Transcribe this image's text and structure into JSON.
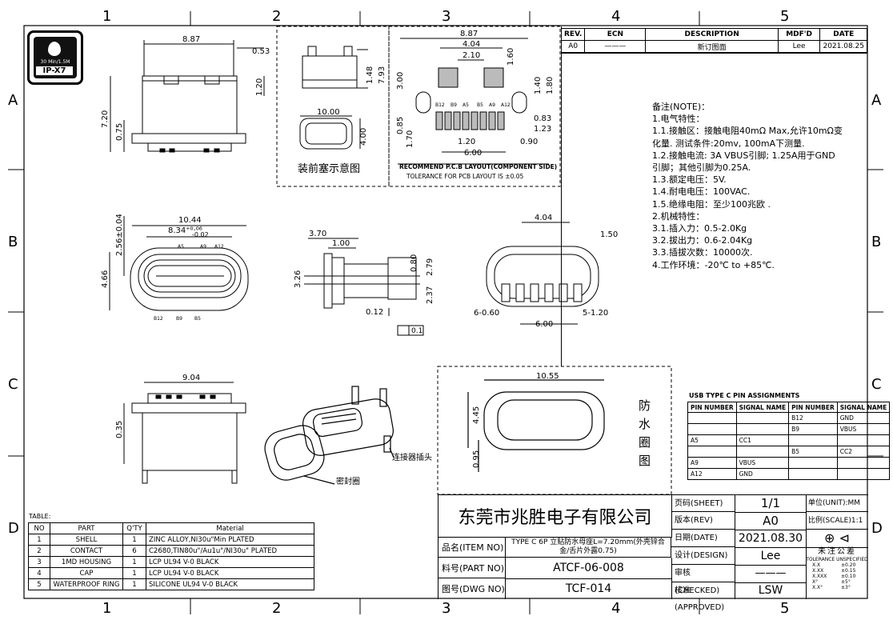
{
  "grid": {
    "cols": [
      "1",
      "2",
      "3",
      "4",
      "5"
    ],
    "rows": [
      "A",
      "B",
      "C",
      "D"
    ]
  },
  "logo": {
    "depth": "30 Min/1.5M",
    "rating": "IP-X7"
  },
  "revision": {
    "headers": [
      "REV.",
      "ECN",
      "DESCRIPTION",
      "MDF'D",
      "DATE"
    ],
    "row": [
      "A0",
      "———",
      "新订图面",
      "Lee",
      "2021.08.25"
    ]
  },
  "notes": [
    "备注(NOTE)：",
    "1.电气特性：",
    "1.1.接触区：接触电阻40mΩ Max,允许10mΩ变",
    "   化量. 测试条件:20mv, 100mA下测量.",
    "1.2.接触电流: 3A VBUS引脚; 1.25A用于GND",
    "   引脚；其他引脚为0.25A.",
    "1.3.额定电压：5V.",
    "1.4.耐电电压：100VAC.",
    "1.5.绝缘电阻：至少100兆欧 .",
    "2.机械特性：",
    "3.1.插入力：0.5-2.0Kg",
    "3.2.拔出力：0.6-2.04Kg",
    "3.3.插拔次数：10000次.",
    "4.工作环境：-20℃ to +85℃."
  ],
  "pcb": {
    "title": "RECOMMEND P.C.B LAYOUT(COMPONENT SIDE)",
    "tolerance": "TOLERANCE FOR PCB LAYOUT IS ±0.05",
    "pins": [
      "B12",
      "B9",
      "A5",
      "B5",
      "A9",
      "A12"
    ],
    "dims": [
      "8.87",
      "4.04",
      "2.10",
      "1.60",
      "3.00",
      "1.40",
      "1.80",
      "0.83",
      "0.85",
      "1.23",
      "1.70",
      "1.20",
      "0.90",
      "6.00"
    ]
  },
  "views": {
    "top_dims": [
      "8.87",
      "0.53",
      "1.20",
      "7.20",
      "0.75"
    ],
    "plug_dims": [
      "1.48",
      "7.93",
      "10.00",
      "4.00"
    ],
    "plug_caption": "装前塞示意图",
    "front_dims": [
      "10.44",
      "8.34",
      "+0.06",
      "-0.02",
      "2.56±0.04",
      "4.66"
    ],
    "front_pins_top": [
      "A5",
      "A9",
      "A12"
    ],
    "front_pins_bottom": [
      "B12",
      "B9",
      "B5"
    ],
    "side_dims": [
      "3.70",
      "1.00",
      "0.80",
      "2.79",
      "3.26",
      "2.37",
      "0.12",
      "0.1"
    ],
    "bottom_dims": [
      "4.04",
      "1.50",
      "6-0.60",
      "5-1.20",
      "6.00"
    ],
    "view3_dims": [
      "9.04",
      "0.35"
    ],
    "iso_labels": {
      "connector": "连接器插头",
      "seal": "密封圈"
    },
    "seal_dims": [
      "10.55",
      "4.45",
      "0.95"
    ],
    "seal_caption": [
      "防",
      "水",
      "圈",
      "图"
    ]
  },
  "pin_assign": {
    "title": "USB TYPE C PIN ASSIGNMENTS",
    "headers": [
      "PIN NUMBER",
      "SIGNAL NAME",
      "PIN NUMBER",
      "SIGNAL NAME"
    ],
    "rows": [
      [
        "",
        "",
        "B12",
        "GND"
      ],
      [
        "",
        "",
        "B9",
        "VBUS"
      ],
      [
        "A5",
        "CC1",
        "",
        ""
      ],
      [
        "",
        "",
        "B5",
        "CC2"
      ],
      [
        "A9",
        "VBUS",
        "",
        ""
      ],
      [
        "A12",
        "GND",
        "",
        ""
      ]
    ]
  },
  "bom": {
    "title": "TABLE:",
    "headers": [
      "NO",
      "PART",
      "Q'TY",
      "Material"
    ],
    "rows": [
      [
        "1",
        "SHELL",
        "1",
        "ZINC ALLOY,NI30u\"Min PLATED"
      ],
      [
        "2",
        "CONTACT",
        "6",
        "C2680,TIN80u\"/Au1u\"/NI30u\" PLATED"
      ],
      [
        "3",
        "1MD HOUSING",
        "1",
        "LCP UL94 V-0 BLACK"
      ],
      [
        "4",
        "CAP",
        "1",
        "LCP UL94 V-0 BLACK"
      ],
      [
        "5",
        "WATERPROOF RING",
        "1",
        "SILICONE UL94 V-0 BLACK"
      ]
    ]
  },
  "titleblock": {
    "company": "东莞市兆胜电子有限公司",
    "item_label": "品名(ITEM NO)",
    "item_value": "TYPE C 6P 立贴防水母座L=7.20mm(外壳锌合金/舌片外露0.75)",
    "part_label": "料号(PART NO)",
    "part_value": "ATCF-06-008",
    "dwg_label": "图号(DWG NO)",
    "dwg_value": "TCF-014",
    "sheet_label": "页码(SHEET)",
    "sheet_value": "1/1",
    "unit_label": "单位(UNIT):MM",
    "rev_label": "版本(REV)",
    "rev_value": "A0",
    "scale_label": "比例(SCALE)1:1",
    "date_label": "日期(DATE)",
    "date_value": "2021.08.30",
    "design_label": "设计(DESIGN)",
    "design_value": "Lee",
    "check_label": "审核(CHECKED)",
    "check_value": "———",
    "approve_label": "核准(APPROVED)",
    "approve_value": "LSW",
    "tol_title": "未注公差",
    "tol_sub": "TOLERANCE UNSPECIFIED",
    "tol_rows": [
      [
        "X.X",
        "±0.20"
      ],
      [
        "X.XX",
        "±0.15"
      ],
      [
        "X.XXX",
        "±0.10"
      ],
      [
        "X°",
        "±5°"
      ],
      [
        "X.X°",
        "±3°"
      ]
    ]
  }
}
